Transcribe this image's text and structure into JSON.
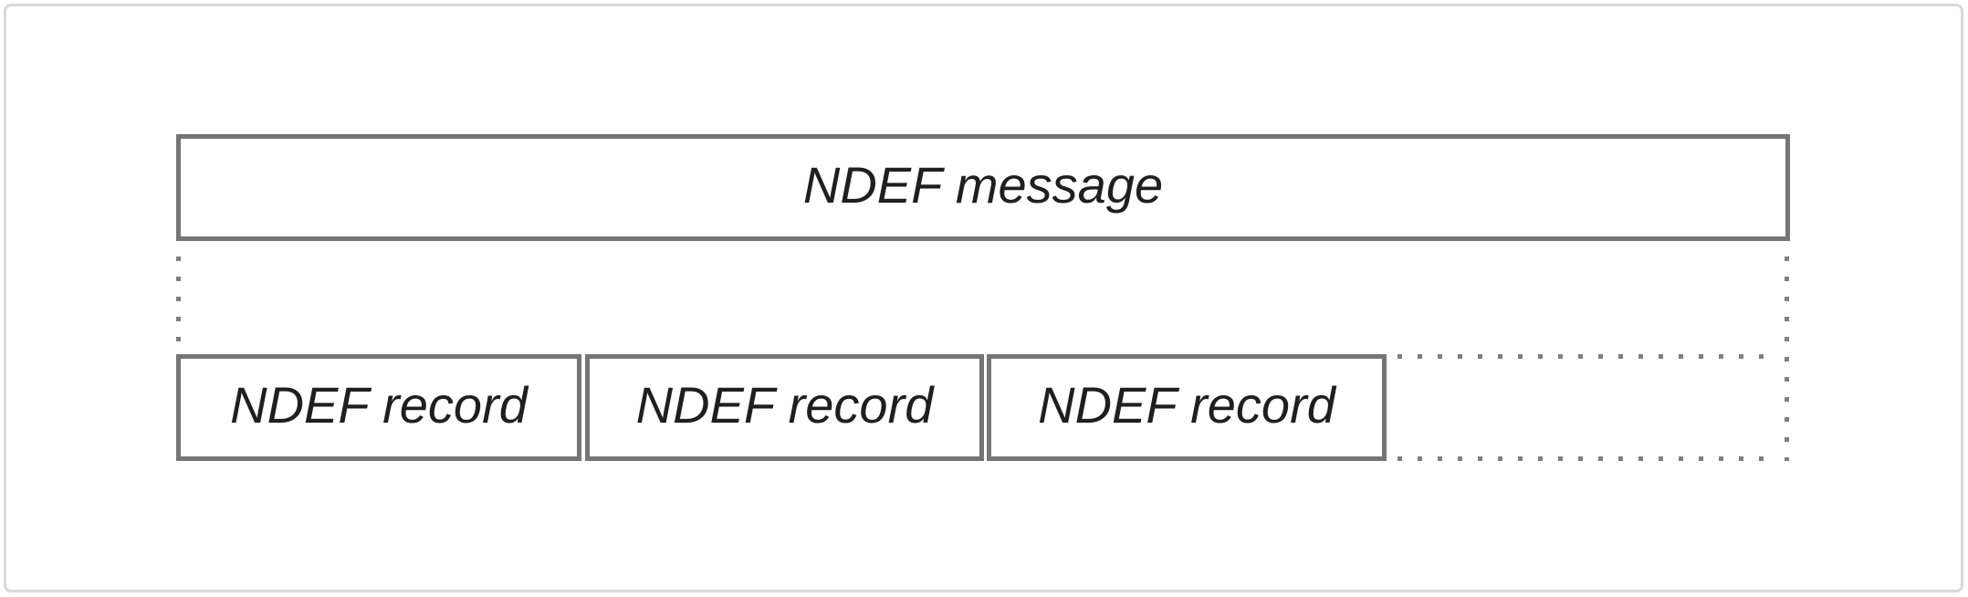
{
  "diagram": {
    "message": {
      "label": "NDEF message"
    },
    "records": [
      {
        "label": "NDEF record"
      },
      {
        "label": "NDEF record"
      },
      {
        "label": "NDEF record"
      }
    ],
    "colors": {
      "box_border": "#757575",
      "dotted_line": "#7f7f7f",
      "text": "#1f1f1f",
      "outer_frame": "#d9d9d9",
      "background": "#ffffff"
    }
  }
}
